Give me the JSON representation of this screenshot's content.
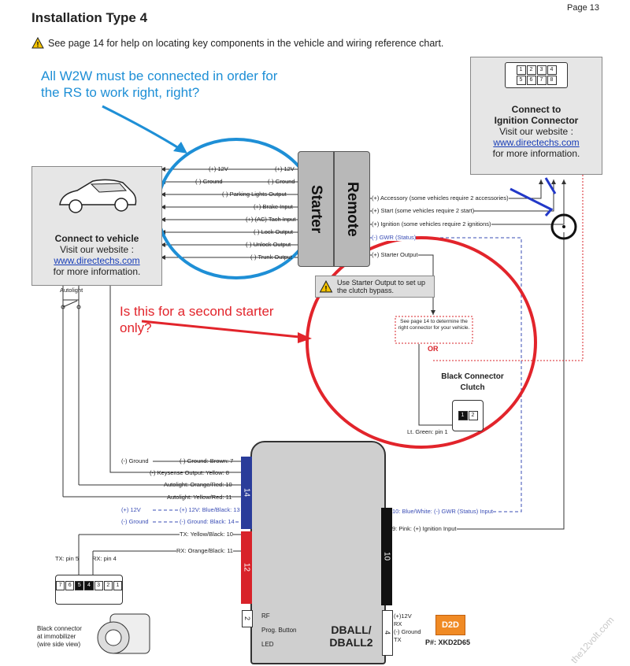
{
  "header": {
    "title": "Installation Type 4",
    "page": "Page 13",
    "note": "See page 14 for help on locating key components in the vehicle and wiring reference chart."
  },
  "annotations": {
    "blue_question": [
      "All W2W must be connected in order for",
      "the RS to work right, right?"
    ],
    "red_question": [
      "Is this for a second starter",
      "only?"
    ]
  },
  "vehicle_box": {
    "title": "Connect to vehicle",
    "line1": "Visit our website :",
    "link": "www.directechs.com",
    "line2": "for more information."
  },
  "ignition_box": {
    "title_line1": "Connect to",
    "title_line2": "Ignition Connector",
    "line1": "Visit our website :",
    "link": "www.directechs.com",
    "line2": "for more information.",
    "pins_top": [
      "1",
      "2",
      "3",
      "4"
    ],
    "pins_bottom": [
      "5",
      "6",
      "7",
      "8"
    ]
  },
  "remote_starter": {
    "word1": "Remote",
    "word2": "Starter",
    "left_wires": [
      {
        "left": "(+) 12V",
        "right": "(+) 12V"
      },
      {
        "left": "(-) Ground",
        "right": "(-) Ground"
      },
      {
        "left": "",
        "right": "(-) Parking Lights Output"
      },
      {
        "left": "",
        "right": "(+) Brake Input"
      },
      {
        "left": "",
        "right": "(+) (AC) Tach Input"
      },
      {
        "left": "",
        "right": "(-) Lock Output"
      },
      {
        "left": "",
        "right": "(-) Unlock Output"
      },
      {
        "left": "",
        "right": "(-) Trunk Output"
      }
    ],
    "right_wires": [
      "(+) Accessory (some vehicles require 2 accessories)",
      "(+) Start (some vehicles require 2 start)",
      "(+) Ignition (some vehicles require 2 ignitions)",
      "(-) GWR (Status)",
      "(+) Starter Output"
    ]
  },
  "starter_tip": "Use Starter Output to set up the clutch bypass.",
  "clutch": {
    "see_page": "See page 14 to determine the right connector for your vehicle.",
    "or": "OR",
    "title_line1": "Black Connector",
    "title_line2": "Clutch",
    "pin_label": "Lt. Green: pin 1",
    "pins": [
      "1",
      "2"
    ]
  },
  "autolight_label": "Autolight",
  "dball": {
    "name_line1": "DBALL/",
    "name_line2": "DBALL2",
    "port14": "14",
    "port12": "12",
    "port10": "10",
    "port2": "2",
    "port4": "4",
    "rf": "RF",
    "prog": "Prog. Button",
    "led": "LED",
    "part": "P#: XKD2D65",
    "logo": "D2D",
    "left_wires": [
      {
        "pre": "(-) Ground",
        "text": "(-) Ground: Brown: 7"
      },
      {
        "pre": "",
        "text": "(-) Keysense Output: Yellow: 8"
      },
      {
        "pre": "",
        "text": "Autolight: Orange/Red: 10"
      },
      {
        "pre": "",
        "text": "Autolight: Yellow/Red: 11"
      },
      {
        "pre": "(+) 12V",
        "text": "(+) 12V: Blue/Black: 13"
      },
      {
        "pre": "(-) Ground",
        "text": "(-) Ground: Black: 14"
      },
      {
        "pre": "",
        "text": "TX: Yellow/Black: 10"
      },
      {
        "pre": "",
        "text": "RX: Orange/Black: 11"
      }
    ],
    "right_wires": [
      "10: Blue/White: (-) GWR (Status) Input",
      "9: Pink: (+) Ignition Input"
    ],
    "port4_wires": [
      "(+)12V",
      "RX",
      "(-) Ground",
      "TX"
    ]
  },
  "immobilizer": {
    "tx": "TX: pin 5",
    "rx": "RX: pin 4",
    "pins": [
      "7",
      "6",
      "5",
      "4",
      "3",
      "2",
      "1"
    ],
    "label": [
      "Black connector",
      "at immobilizer",
      "(wire side view)"
    ]
  },
  "watermark": "the12volt.com",
  "colors": {
    "blue_annotation": "#1e8fd6",
    "red_annotation": "#e2242b",
    "blue_port": "#2a3c9a",
    "red_port": "#d8232a",
    "dashed_blue": "#3a4db5",
    "dotted_red": "#d8232a"
  }
}
